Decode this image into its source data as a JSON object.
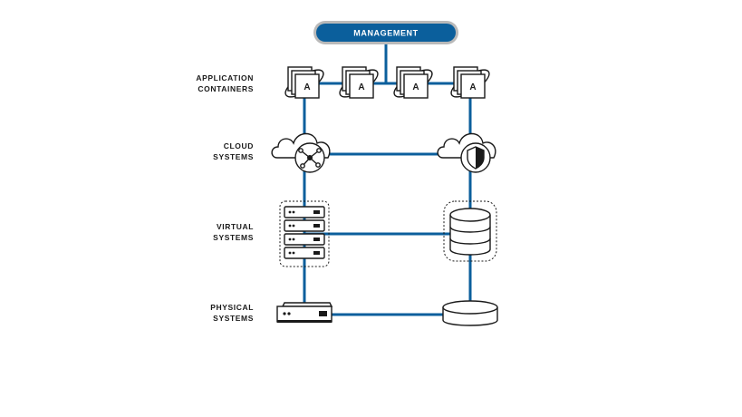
{
  "management": {
    "label": "MANAGEMENT"
  },
  "layers": [
    {
      "line1": "APPLICATION",
      "line2": "CONTAINERS"
    },
    {
      "line1": "CLOUD",
      "line2": "SYSTEMS"
    },
    {
      "line1": "VIRTUAL",
      "line2": "SYSTEMS"
    },
    {
      "line1": "PHYSICAL",
      "line2": "SYSTEMS"
    }
  ],
  "container_letter": "A",
  "colors": {
    "link": "#0b5f9c",
    "management_fill": "#0b5f9c",
    "management_border": "#b9b9b9",
    "icon": "#1a1a1a"
  },
  "icons": {
    "containers": [
      "container-icon",
      "container-icon",
      "container-icon",
      "container-icon"
    ],
    "cloud": [
      "cloud-hub-icon",
      "cloud-shield-icon"
    ],
    "virtual": [
      "virtual-server-rack-icon",
      "virtual-database-icon"
    ],
    "physical": [
      "physical-server-icon",
      "physical-storage-disk-icon"
    ]
  }
}
